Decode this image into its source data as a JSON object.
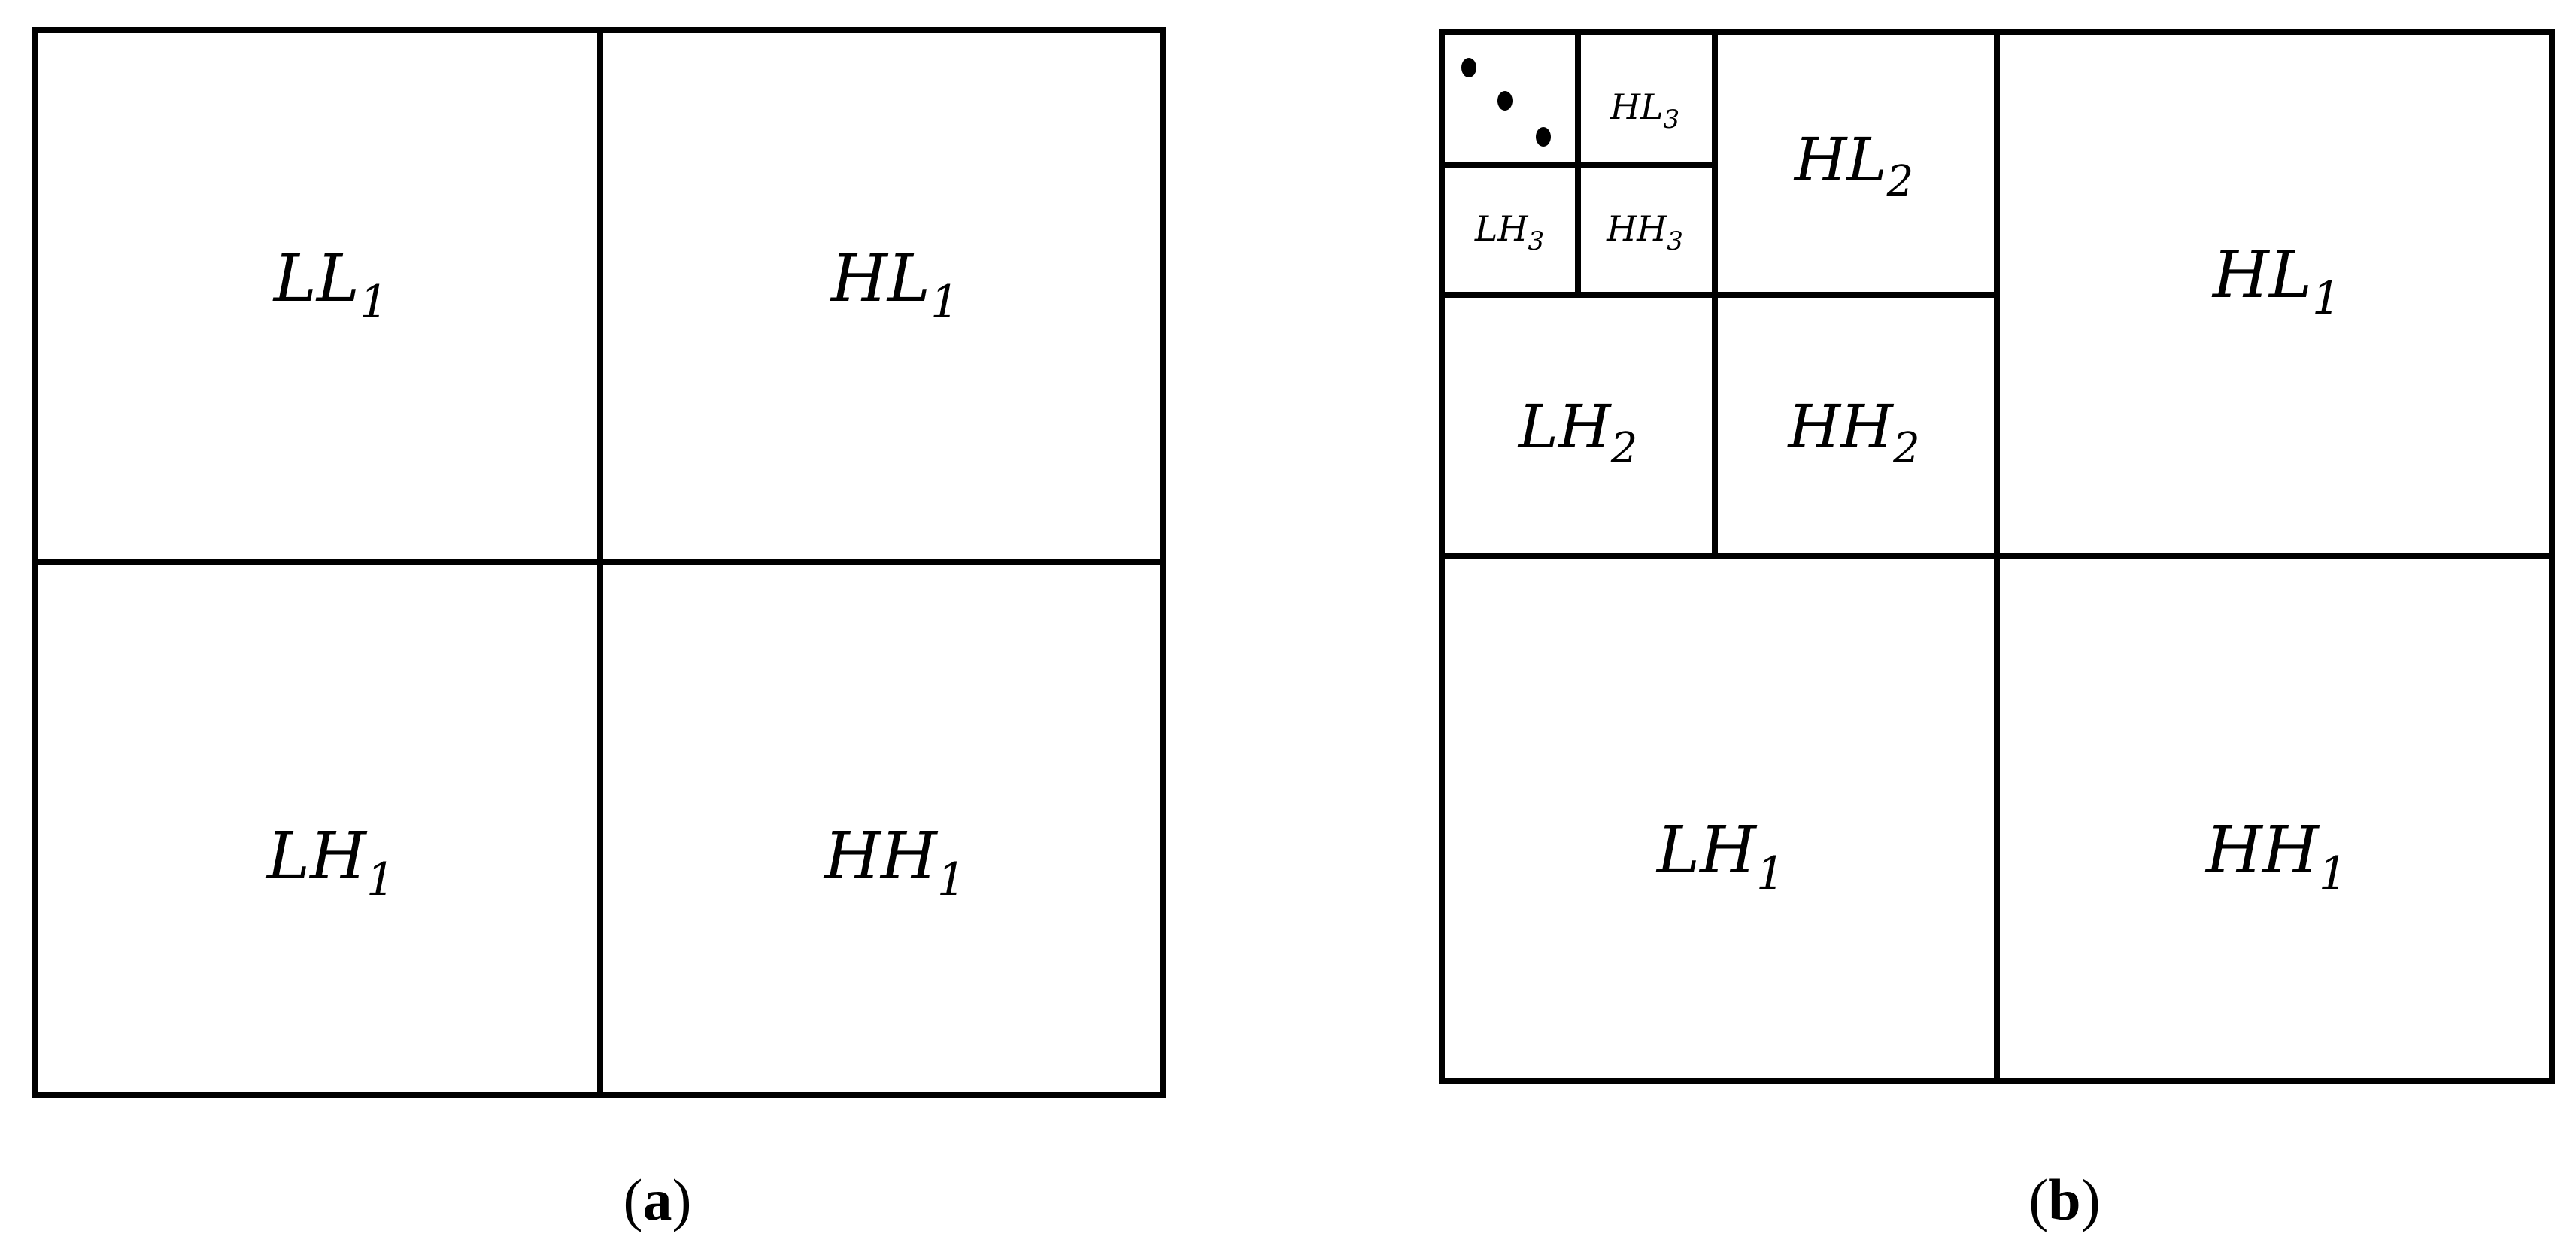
{
  "panel_a": {
    "caption_open": "(",
    "caption_letter": "a",
    "caption_close": ")",
    "ll1": {
      "base": "LL",
      "sub": "1"
    },
    "hl1": {
      "base": "HL",
      "sub": "1"
    },
    "lh1": {
      "base": "LH",
      "sub": "1"
    },
    "hh1": {
      "base": "HH",
      "sub": "1"
    }
  },
  "panel_b": {
    "caption_open": "(",
    "caption_letter": "b",
    "caption_close": ")",
    "hl3": {
      "base": "HL",
      "sub": "3"
    },
    "lh3": {
      "base": "LH",
      "sub": "3"
    },
    "hh3": {
      "base": "HH",
      "sub": "3"
    },
    "hl2": {
      "base": "HL",
      "sub": "2"
    },
    "lh2": {
      "base": "LH",
      "sub": "2"
    },
    "hh2": {
      "base": "HH",
      "sub": "2"
    },
    "hl1": {
      "base": "HL",
      "sub": "1"
    },
    "lh1": {
      "base": "LH",
      "sub": "1"
    },
    "hh1": {
      "base": "HH",
      "sub": "1"
    }
  }
}
